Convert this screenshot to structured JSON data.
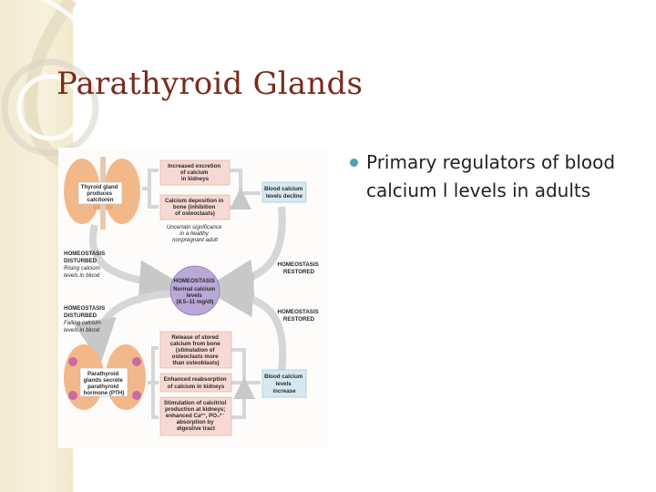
{
  "slide": {
    "title": "Parathyroid Glands"
  },
  "bullets": [
    "Primary regulators of blood calcium l levels in adults"
  ],
  "colors": {
    "title": "#7a2b1c",
    "bullet": "#4f9fb8",
    "pink_box": "#f7d9d3",
    "blue_box": "#d6e9f2",
    "center_circle": "#b9a8d8"
  },
  "diagram": {
    "thyroid_label": [
      "Thyroid gland",
      "produces",
      "calcitonin"
    ],
    "box_excretion": [
      "Increased excretion",
      "of calcium",
      "in kidneys"
    ],
    "box_deposition": [
      "Calcium deposition in",
      "bone (inhibition",
      "of osteoclasts)"
    ],
    "uncertain_note": [
      "Uncertain significance",
      "in a healthy",
      "nonpregnant adult"
    ],
    "blood_decline": [
      "Blood calcium",
      "levels decline"
    ],
    "homeo_disturbed_top": [
      "HOMEOSTASIS",
      "DISTURBED"
    ],
    "rising_note": [
      "Rising calcium",
      "levels in blood"
    ],
    "homeo_restored_top": [
      "HOMEOSTASIS",
      "RESTORED"
    ],
    "center": [
      "HOMEOSTASIS",
      "Normal calcium",
      "levels",
      "(8.5–11 mg/dl)"
    ],
    "homeo_disturbed_bottom": [
      "HOMEOSTASIS",
      "DISTURBED"
    ],
    "falling_note": [
      "Falling calcium",
      "levels in blood"
    ],
    "homeo_restored_bottom": [
      "HOMEOSTASIS",
      "RESTORED"
    ],
    "box_release": [
      "Release of stored",
      "calcium from bone",
      "(stimulation of",
      "osteoclasts more",
      "than osteoblasts)"
    ],
    "parathyroid_label": [
      "Parathyroid",
      "glands secrete",
      "parathyroid",
      "hormone (PTH)"
    ],
    "box_reabsorption": [
      "Enhanced reabsorption",
      "of calcium in kidneys"
    ],
    "blood_increase": [
      "Blood calcium",
      "levels",
      "increase"
    ],
    "box_calcitriol": [
      "Stimulation of calcitriol",
      "production at kidneys;",
      "enhanced Ca²⁺, PO₄³⁻",
      "absorption by",
      "digestive tract"
    ]
  }
}
